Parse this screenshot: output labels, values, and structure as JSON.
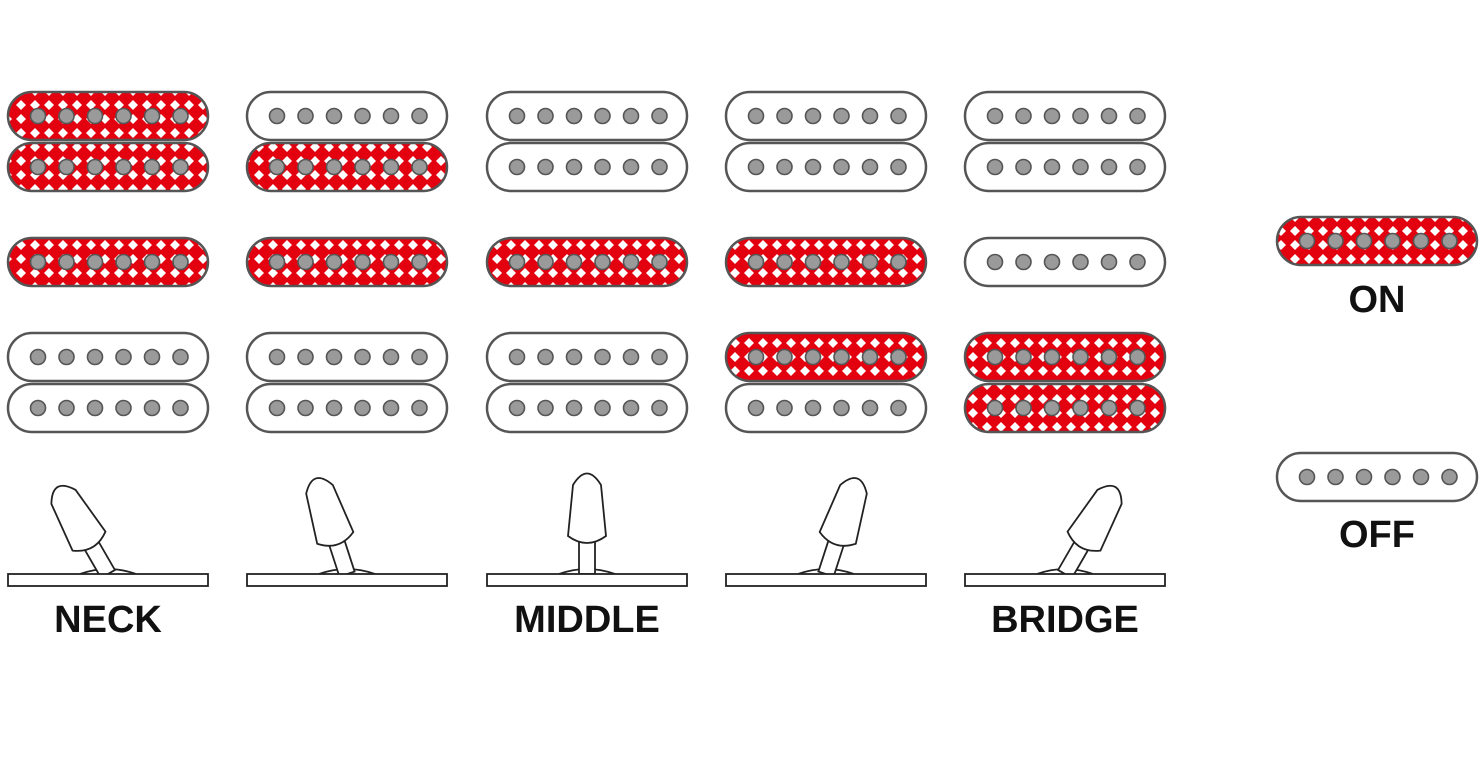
{
  "colors": {
    "active_fill": "#e3000f",
    "outline": "#555555",
    "pole": "#9a9a9a",
    "inactive_fill": "#ffffff",
    "switch_stroke": "#222222",
    "label": "#111111"
  },
  "pattern": "checkered-diamond",
  "positions": [
    {
      "label": "NECK",
      "tilt": -30,
      "pickups": {
        "neck": [
          true,
          true
        ],
        "middle": true,
        "bridge": [
          false,
          false
        ]
      }
    },
    {
      "label": "",
      "tilt": -18,
      "pickups": {
        "neck": [
          false,
          true
        ],
        "middle": true,
        "bridge": [
          false,
          false
        ]
      }
    },
    {
      "label": "MIDDLE",
      "tilt": 0,
      "pickups": {
        "neck": [
          false,
          false
        ],
        "middle": true,
        "bridge": [
          false,
          false
        ]
      }
    },
    {
      "label": "",
      "tilt": 18,
      "pickups": {
        "neck": [
          false,
          false
        ],
        "middle": true,
        "bridge": [
          true,
          false
        ]
      }
    },
    {
      "label": "BRIDGE",
      "tilt": 30,
      "pickups": {
        "neck": [
          false,
          false
        ],
        "middle": false,
        "bridge": [
          true,
          true
        ]
      }
    }
  ],
  "legend": {
    "on_label": "ON",
    "off_label": "OFF"
  }
}
